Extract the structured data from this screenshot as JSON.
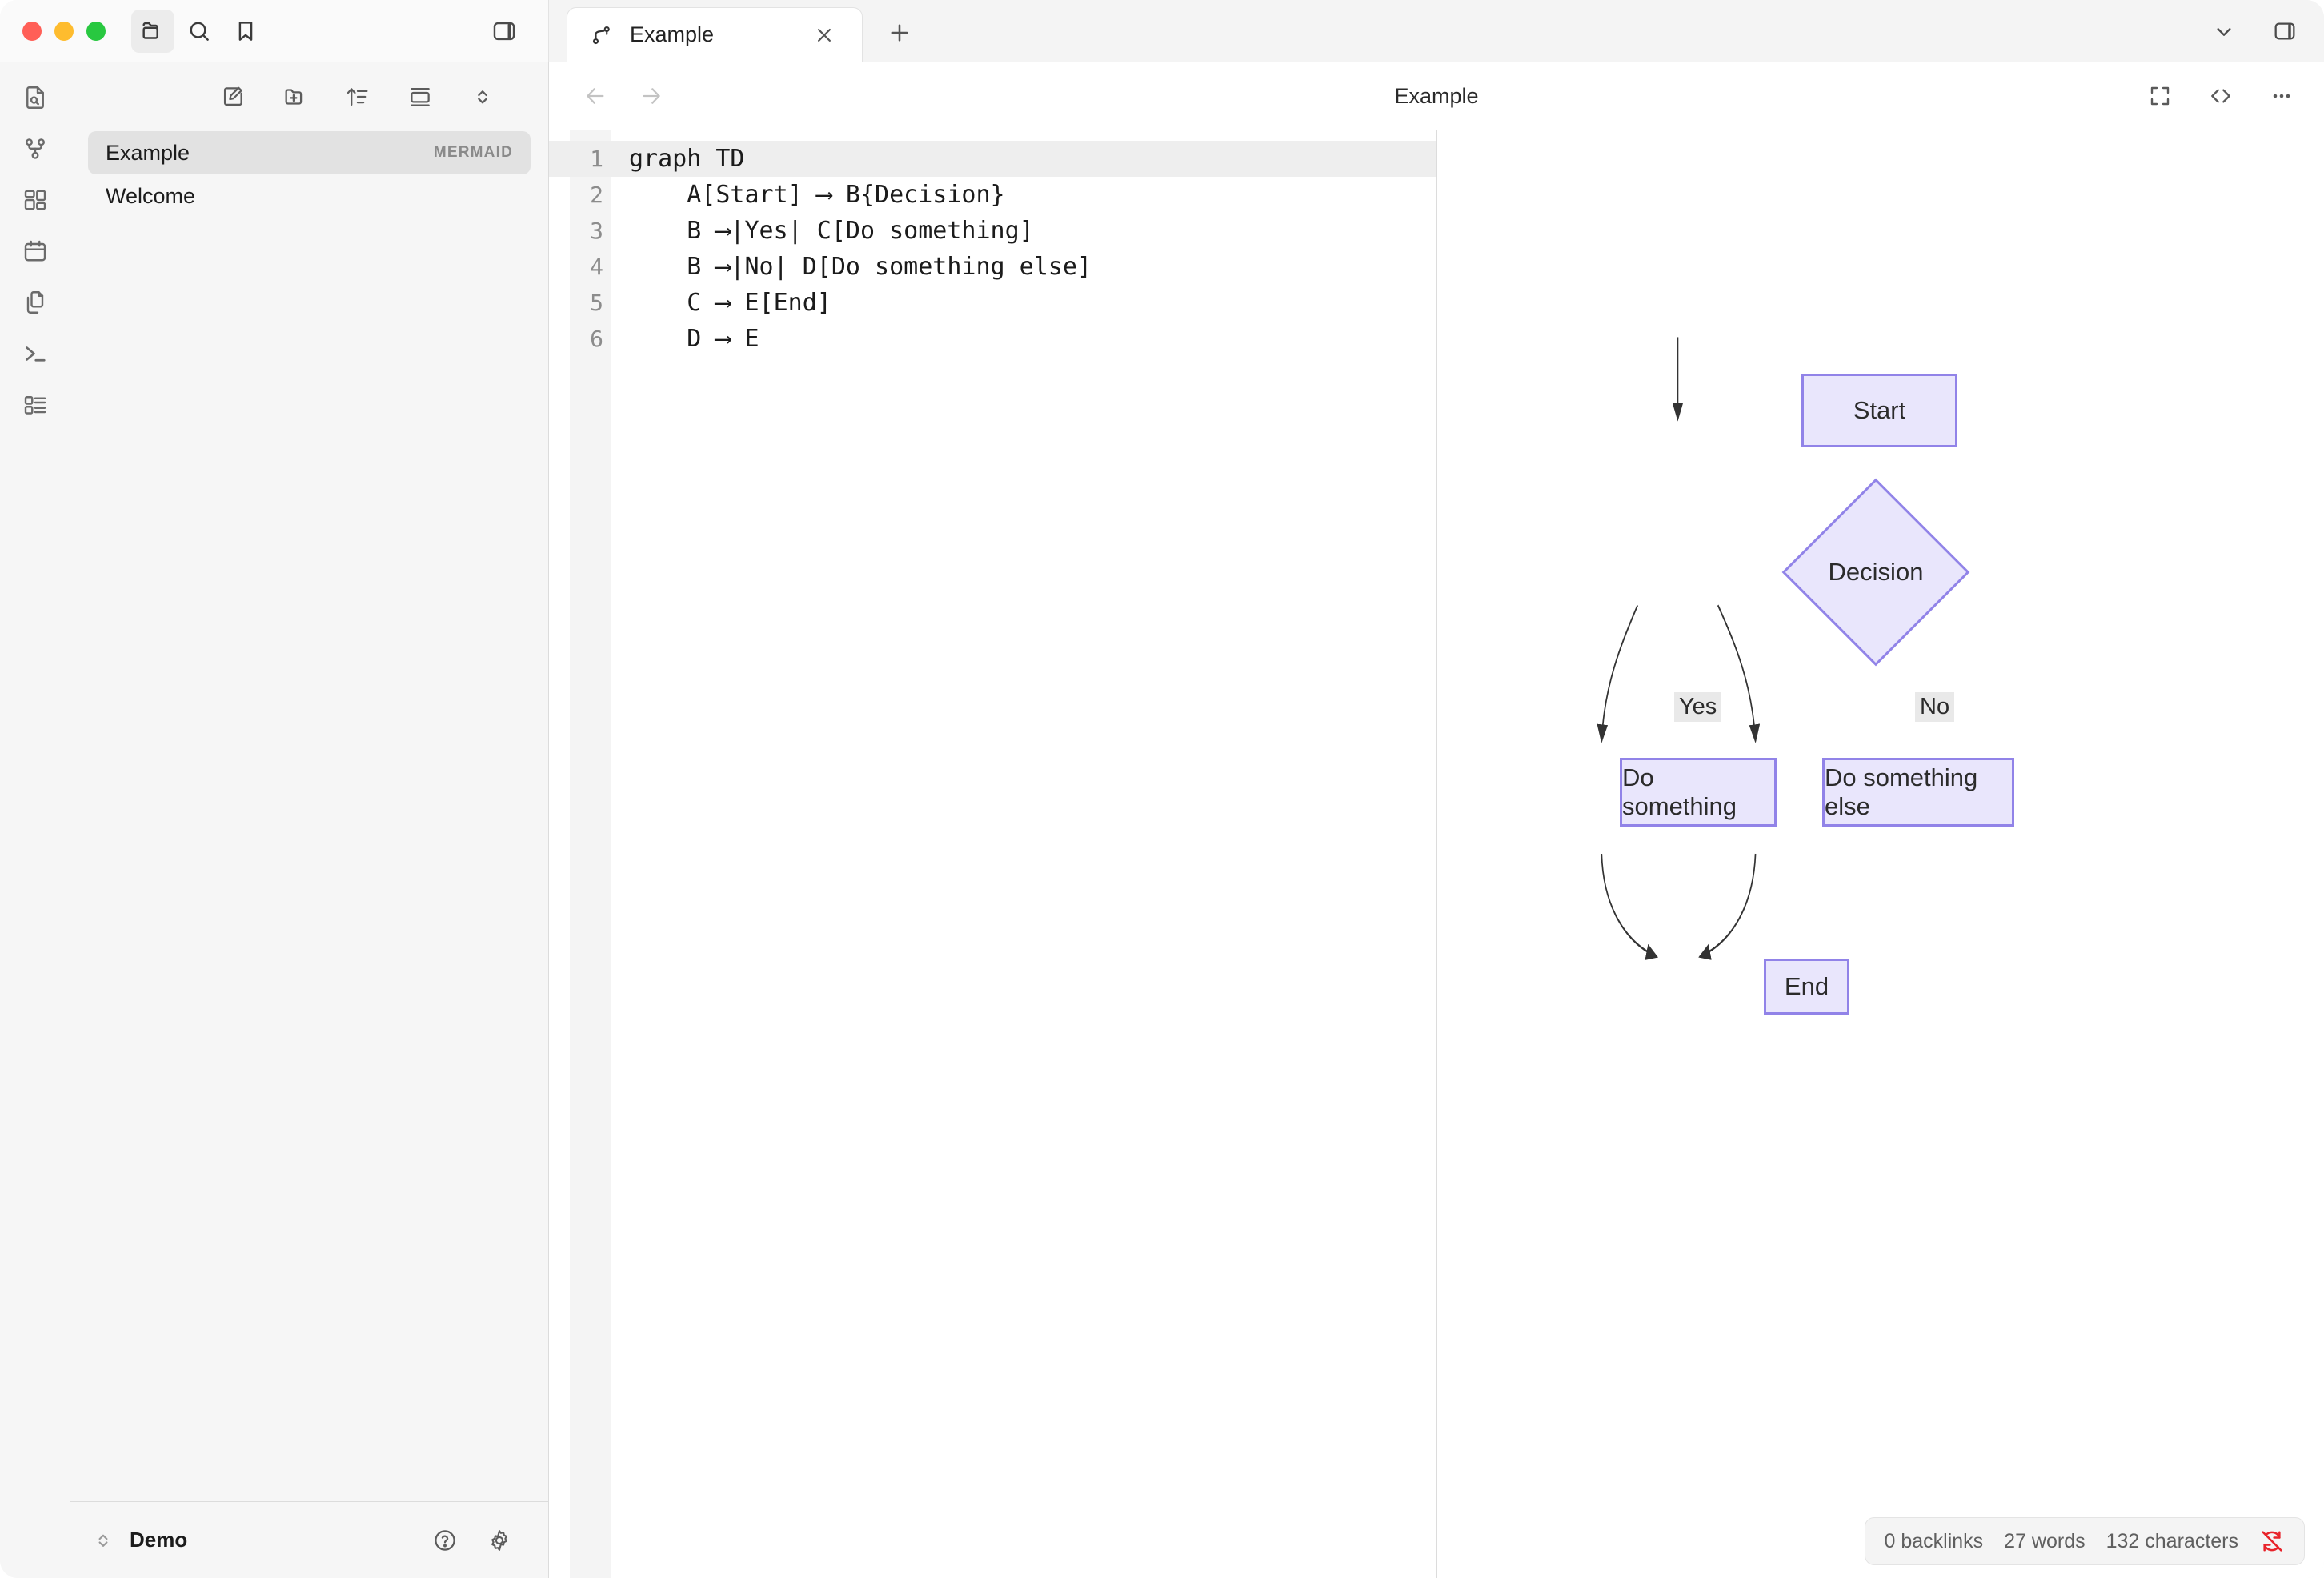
{
  "window": {
    "traffic_lights": [
      "close",
      "minimize",
      "zoom"
    ],
    "toolbar_icons": [
      "folder-icon",
      "search-icon",
      "bookmark-icon"
    ],
    "right_panel_toggle": "right-panel-icon"
  },
  "tabs": {
    "items": [
      {
        "label": "Example",
        "icon": "mermaid-flow-icon",
        "active": true
      }
    ],
    "new_tab_icon": "plus-icon",
    "right_icons": [
      "chevron-down-icon",
      "layout-panel-icon"
    ]
  },
  "rail": {
    "items": [
      {
        "name": "file-search",
        "icon": "file-search-icon"
      },
      {
        "name": "graph-view",
        "icon": "graph-icon"
      },
      {
        "name": "dashboard",
        "icon": "blocks-icon"
      },
      {
        "name": "calendar",
        "icon": "calendar-icon"
      },
      {
        "name": "templates",
        "icon": "copy-files-icon"
      },
      {
        "name": "terminal",
        "icon": "terminal-icon"
      },
      {
        "name": "outline",
        "icon": "list-view-icon"
      }
    ]
  },
  "sidebar": {
    "toolbar": [
      {
        "name": "new-note",
        "icon": "edit-square-icon"
      },
      {
        "name": "new-folder",
        "icon": "folder-plus-icon"
      },
      {
        "name": "sort",
        "icon": "sort-ascending-icon"
      },
      {
        "name": "toggle-preview",
        "icon": "panel-icon"
      },
      {
        "name": "expand-collapse",
        "icon": "chevron-updown-icon"
      }
    ],
    "files": [
      {
        "name": "Example",
        "badge": "MERMAID",
        "selected": true
      },
      {
        "name": "Welcome",
        "badge": "",
        "selected": false
      }
    ],
    "footer": {
      "workspace": "Demo",
      "switch_icon": "chevron-updown-icon",
      "help_icon": "help-circle-icon",
      "settings_icon": "gear-icon"
    }
  },
  "main": {
    "nav": {
      "back_icon": "arrow-left-icon",
      "forward_icon": "arrow-right-icon"
    },
    "title": "Example",
    "actions": [
      {
        "name": "fullscreen",
        "icon": "fullscreen-icon"
      },
      {
        "name": "source-code",
        "icon": "code-brackets-icon"
      },
      {
        "name": "more-options",
        "icon": "ellipsis-icon"
      }
    ]
  },
  "editor": {
    "active_line": 1,
    "lines": [
      {
        "n": "1",
        "text": "graph TD"
      },
      {
        "n": "2",
        "text": "    A[Start] ⟶ B{Decision}"
      },
      {
        "n": "3",
        "text": "    B ⟶|Yes| C[Do something]"
      },
      {
        "n": "4",
        "text": "    B ⟶|No| D[Do something else]"
      },
      {
        "n": "5",
        "text": "    C ⟶ E[End]"
      },
      {
        "n": "6",
        "text": "    D ⟶ E"
      }
    ]
  },
  "diagram": {
    "type": "flowchart",
    "direction": "TD",
    "node_fill": "#e9e6fc",
    "node_stroke": "#9183e8",
    "edge_color": "#333333",
    "nodes": [
      {
        "id": "A",
        "label": "Start",
        "shape": "rect"
      },
      {
        "id": "B",
        "label": "Decision",
        "shape": "diamond"
      },
      {
        "id": "C",
        "label": "Do something",
        "shape": "rect"
      },
      {
        "id": "D",
        "label": "Do something else",
        "shape": "rect"
      },
      {
        "id": "E",
        "label": "End",
        "shape": "rect"
      }
    ],
    "edges": [
      {
        "from": "A",
        "to": "B",
        "label": ""
      },
      {
        "from": "B",
        "to": "C",
        "label": "Yes"
      },
      {
        "from": "B",
        "to": "D",
        "label": "No"
      },
      {
        "from": "C",
        "to": "E",
        "label": ""
      },
      {
        "from": "D",
        "to": "E",
        "label": ""
      }
    ]
  },
  "status": {
    "backlinks": "0 backlinks",
    "words": "27 words",
    "characters": "132 characters",
    "sync_icon": "sync-off-icon"
  }
}
